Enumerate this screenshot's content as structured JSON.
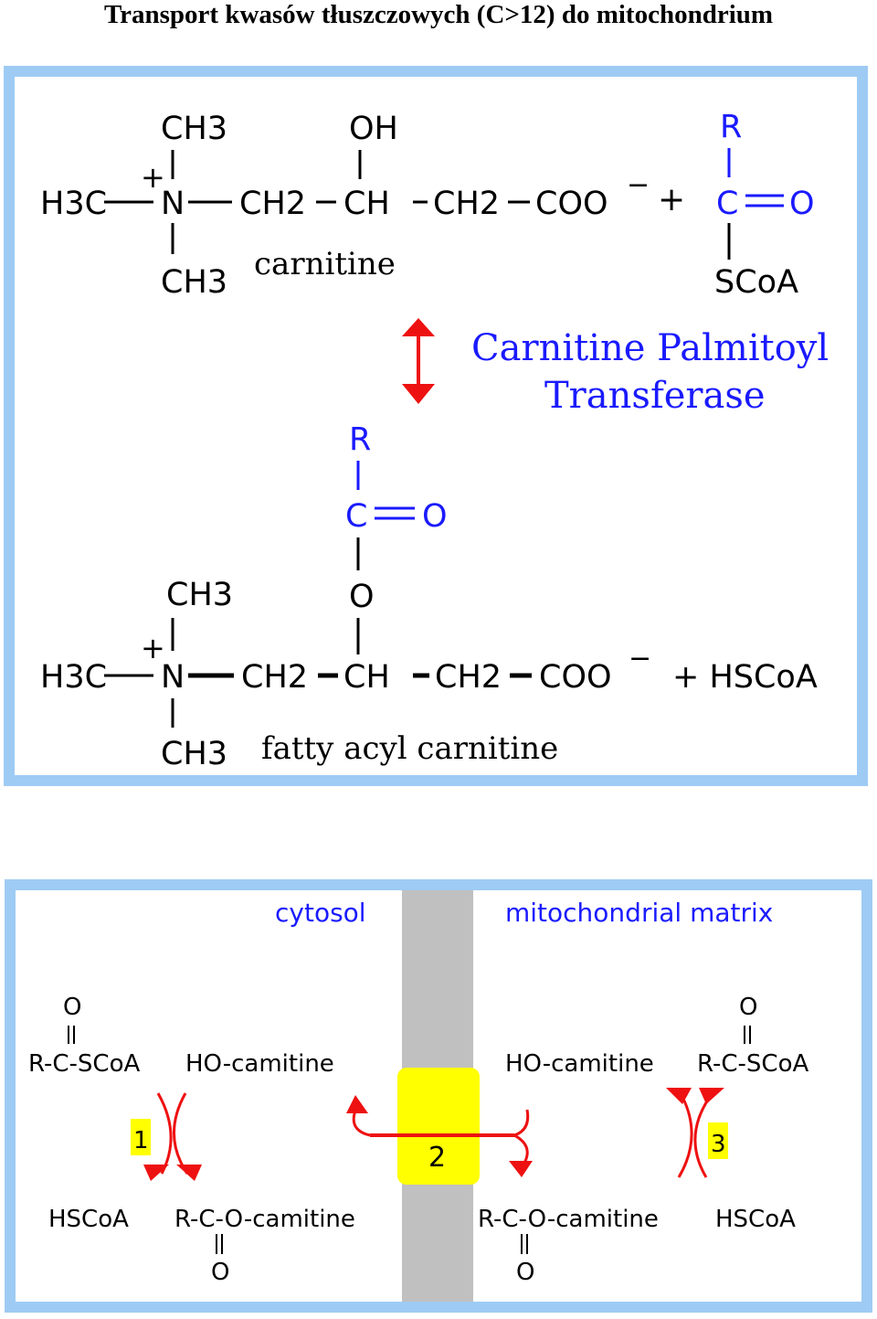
{
  "title": "Transport kwasów tłuszczowych (C>12) do mitochondrium",
  "colors": {
    "panel_border": "#9ecbf4",
    "text": "#000000",
    "blue_text": "#1a1aff",
    "arrow_red": "#ee1111",
    "membrane_gray": "#c0c0c0",
    "transporter_yellow": "#ffff00"
  },
  "reaction": {
    "carnitine": {
      "ch3_top": "CH3",
      "oh": "OH",
      "plus": "+",
      "h3c": "H3C",
      "n": "N",
      "ch2_a": "CH2",
      "ch": "CH",
      "ch2_b": "CH2",
      "coo": "COO",
      "minus": "−",
      "ch3_bottom": "CH3",
      "label": "carnitine"
    },
    "plus_sign": "+",
    "acyl_coa": {
      "r": "R",
      "c": "C",
      "o": "O",
      "scoa": "SCoA"
    },
    "enzyme": {
      "line1": "Carnitine Palmitoyl",
      "line2": "Transferase",
      "arrow_icon": "double-headed-arrow-icon"
    },
    "acyl_carnitine": {
      "r": "R",
      "c": "C",
      "o_double": "O",
      "o_ester": "O",
      "ch3_top": "CH3",
      "plus": "+",
      "h3c": "H3C",
      "n": "N",
      "ch2_a": "CH2",
      "ch": "CH",
      "ch2_b": "CH2",
      "coo": "COO",
      "minus": "−",
      "ch3_bottom": "CH3",
      "label": "fatty acyl carnitine"
    },
    "plus_hscoa": "+ HSCoA"
  },
  "transport": {
    "cytosol_label": "cytosol",
    "matrix_label": "mitochondrial matrix",
    "left": {
      "acyl_coa_o": "O",
      "acyl_coa": "R-C-SCoA",
      "ho_carnitine": "HO-camitine",
      "step": "1",
      "hscoa": "HSCoA",
      "acyl_carnitine": "R-C-O-camitine",
      "acyl_carnitine_o": "O"
    },
    "transporter_step": "2",
    "right": {
      "acyl_coa_o": "O",
      "acyl_coa": "R-C-SCoA",
      "ho_carnitine": "HO-camitine",
      "step": "3",
      "hscoa": "HSCoA",
      "acyl_carnitine": "R-C-O-camitine",
      "acyl_carnitine_o": "O"
    }
  }
}
